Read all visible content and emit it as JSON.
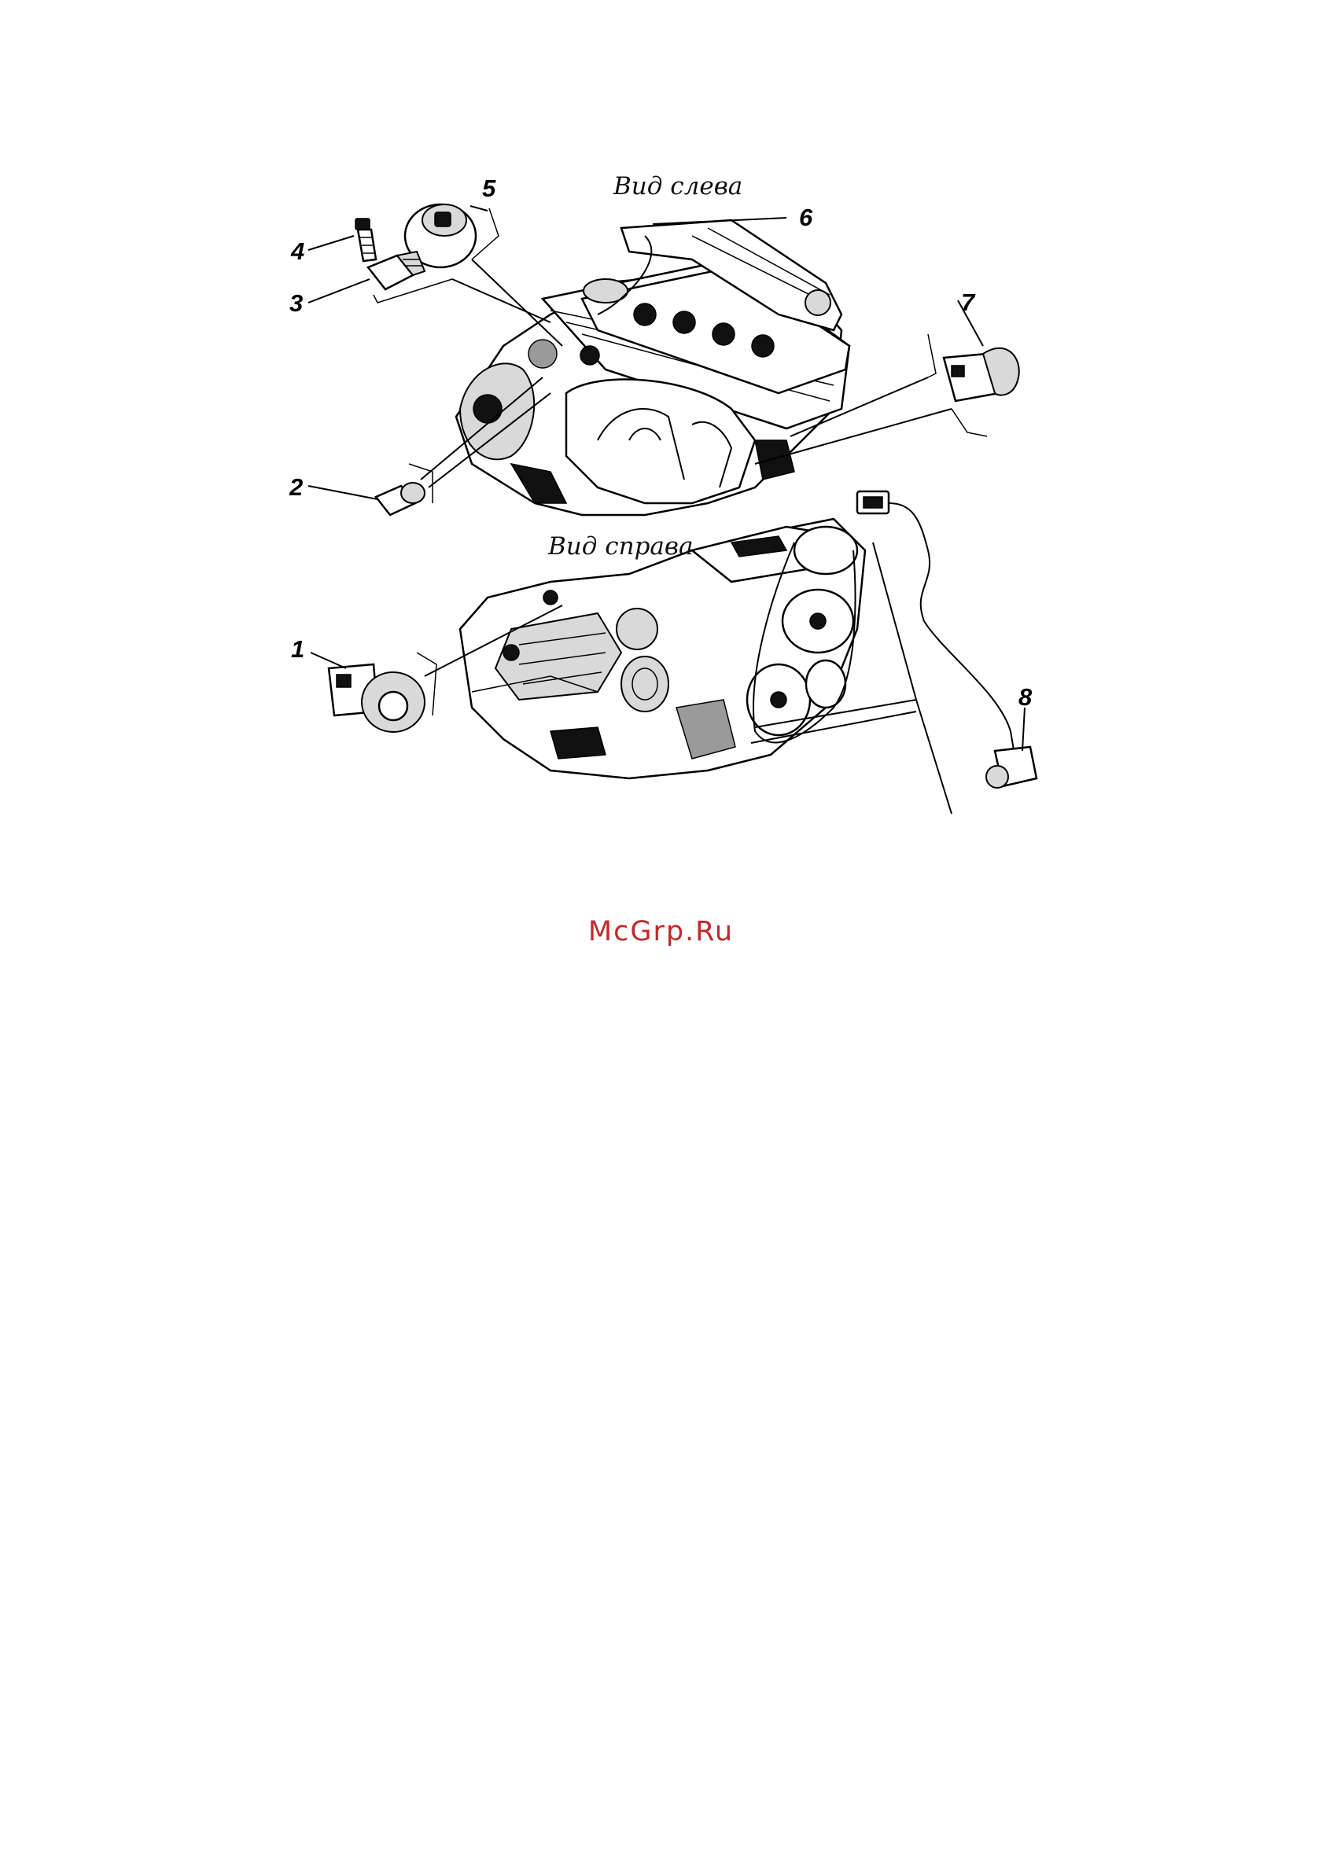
{
  "views": {
    "left": "Вид слева",
    "right": "Вид справа"
  },
  "callouts": {
    "c1": "1",
    "c2": "2",
    "c3": "3",
    "c4": "4",
    "c5": "5",
    "c6": "6",
    "c7": "7",
    "c8": "8"
  },
  "watermark": {
    "text": "McGrp.Ru",
    "color": "#c62828"
  }
}
